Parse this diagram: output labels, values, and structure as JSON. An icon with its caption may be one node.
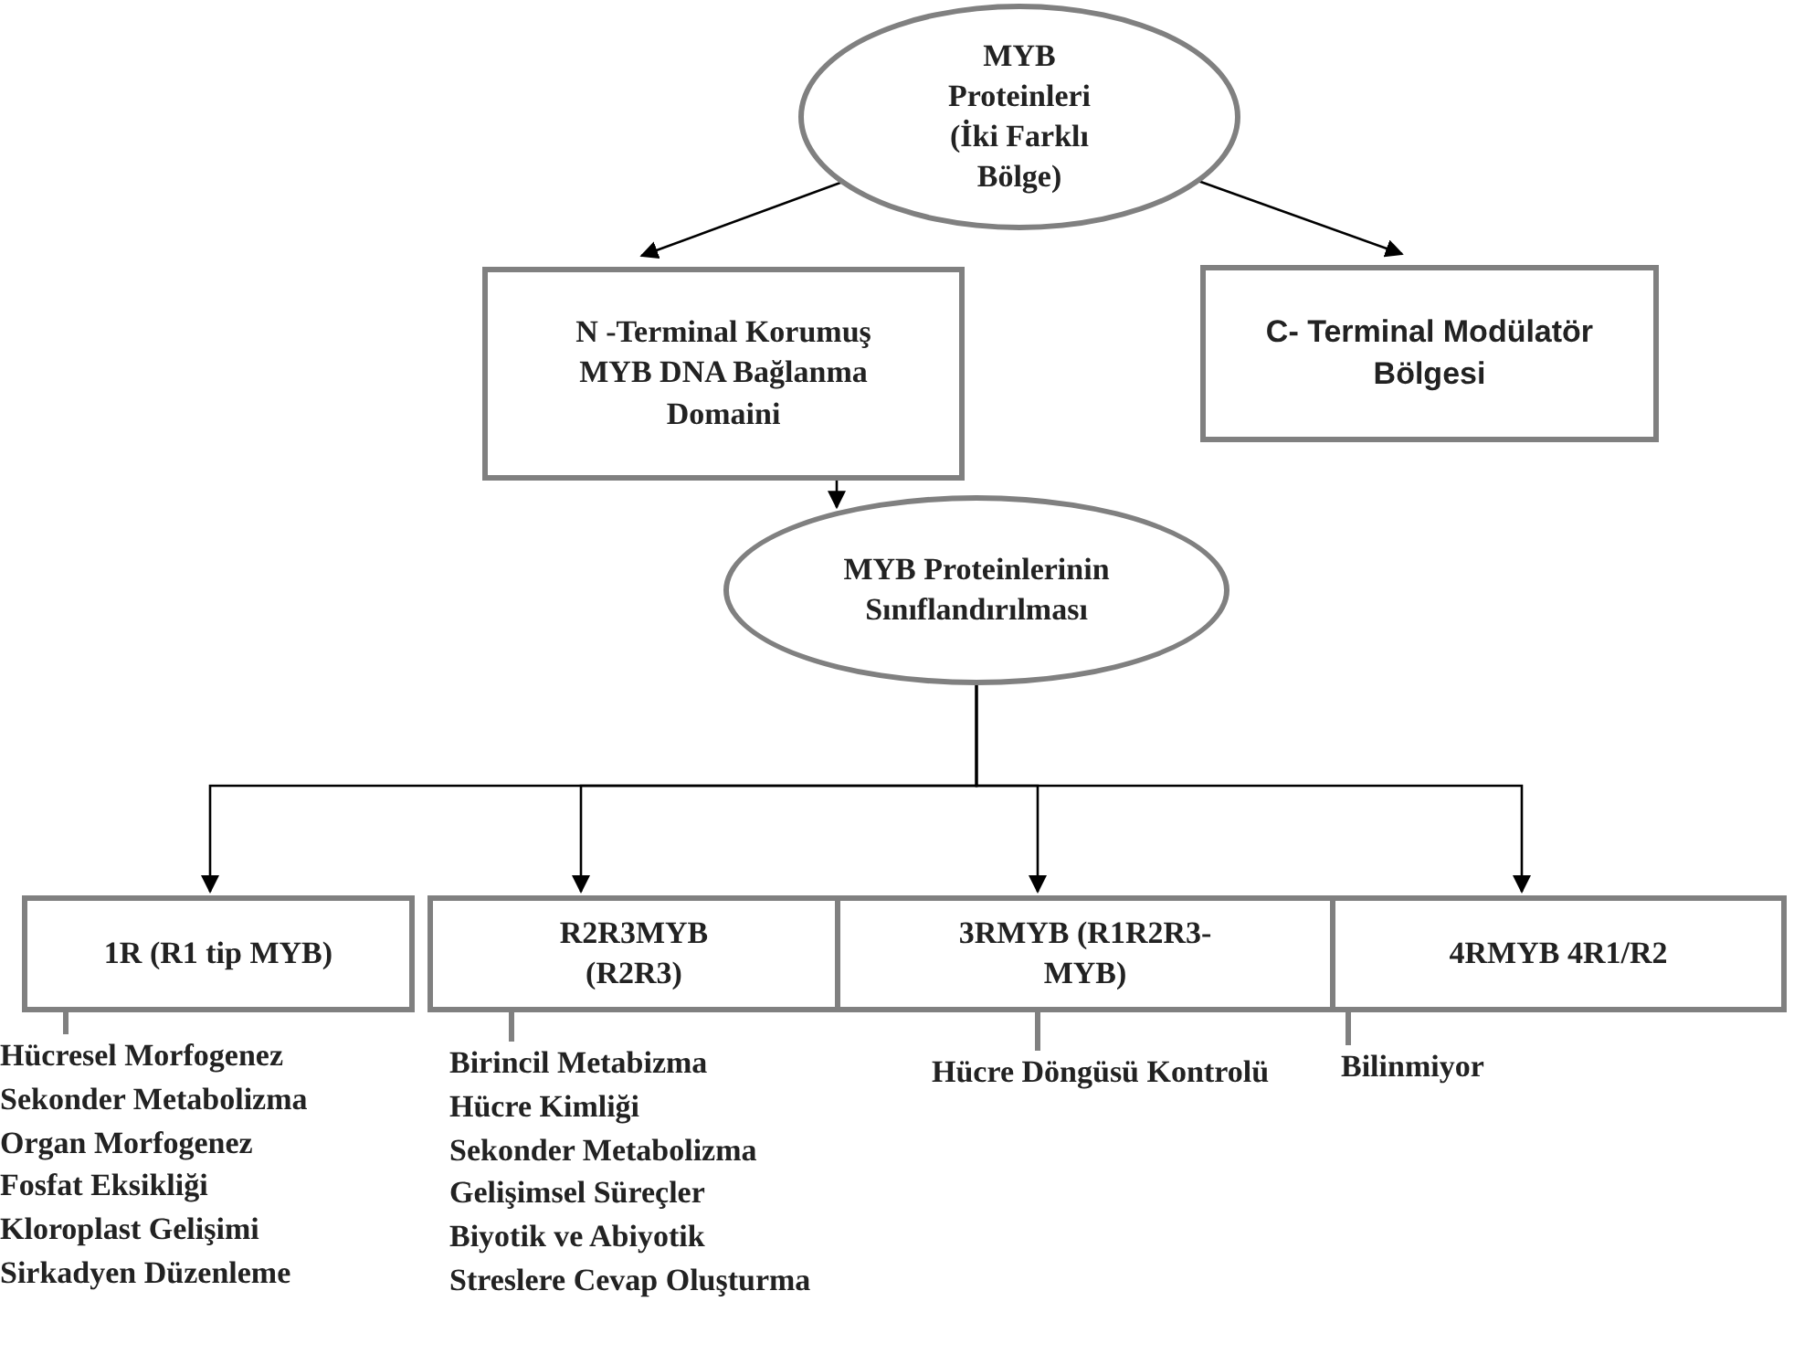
{
  "diagram": {
    "nodes": [
      {
        "text": [
          "MYB Proteinleri (İki Farklı Bölge)"
        ]
      },
      {
        "text": [
          "N -Terminal Korumuş MYB DNA Bağlanma Domaini"
        ]
      },
      {
        "text": [
          "C- Terminal Modülatör Bölgesi"
        ]
      },
      {
        "text": [
          "MYB Proteinlerinin Sınıflandırılması"
        ]
      },
      {
        "text": [
          "1R (R1 tip MYB)"
        ]
      },
      {
        "text": [
          "R2R3MYB (R2R3)"
        ]
      },
      {
        "text": [
          "3RMYB (R1R2R3-MYB)"
        ]
      },
      {
        "text": [
          "4RMYB 4R1/R2"
        ]
      },
      {
        "text": [
          "Hücresel Morfogenez",
          "Sekonder Metabolizma",
          "Organ Morfogenez",
          "Fosfat Eksikliği",
          "Kloroplast Gelişimi",
          "Sirkadyen Düzenleme"
        ]
      },
      {
        "text": [
          "Birincil Metabizma",
          "Hücre Kimliği",
          "Sekonder Metabolizma",
          "Gelişimsel Süreçler",
          "Biyotik ve Abiyotik Streslere Cevap Oluşturma"
        ]
      },
      {
        "text": [
          "Hücre Döngüsü Kontrolü"
        ]
      },
      {
        "text": [
          "Bilinmiyor"
        ]
      }
    ],
    "edges": [
      {
        "from": 0,
        "to": 1,
        "arrow": "to"
      },
      {
        "from": 0,
        "to": 2,
        "arrow": "to"
      },
      {
        "from": 1,
        "to": 3,
        "arrow": "to"
      },
      {
        "from": 3,
        "to": 4,
        "arrow": "to"
      },
      {
        "from": 3,
        "to": 5,
        "arrow": "to"
      },
      {
        "from": 3,
        "to": 6,
        "arrow": "to"
      },
      {
        "from": 3,
        "to": 7,
        "arrow": "to"
      },
      {
        "from": 4,
        "to": 8,
        "arrow": "none",
        "style": "thick",
        "color": "#808080"
      },
      {
        "from": 5,
        "to": 9,
        "arrow": "none",
        "style": "thick",
        "color": "#808080"
      },
      {
        "from": 6,
        "to": 10,
        "arrow": "none",
        "style": "thick",
        "color": "#808080"
      },
      {
        "from": 7,
        "to": 11,
        "arrow": "none",
        "style": "thick",
        "color": "#808080"
      }
    ]
  }
}
